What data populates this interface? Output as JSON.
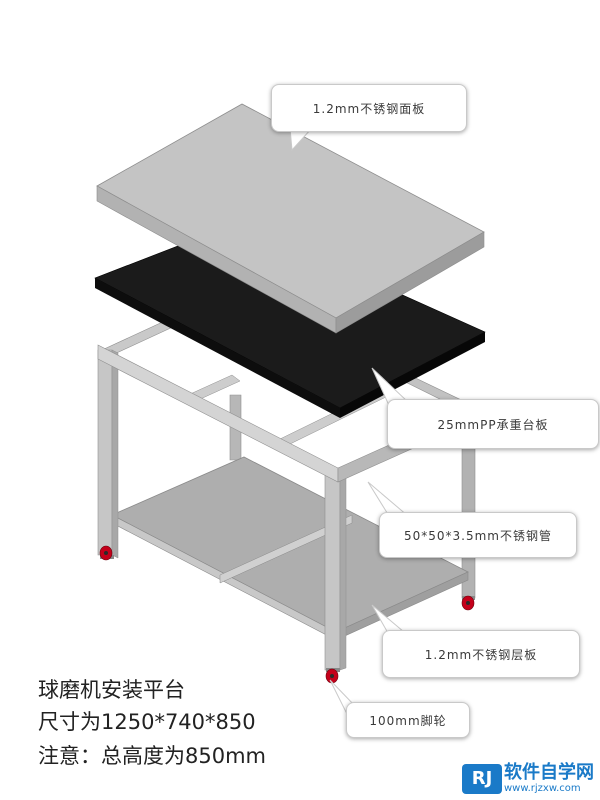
{
  "labels": {
    "top_panel": "1.2mm不锈钢面板",
    "pp_board": "25mmPP承重台板",
    "steel_tube": "50*50*3.5mm不锈钢管",
    "shelf": "1.2mm不锈钢层板",
    "wheel": "100mm脚轮"
  },
  "title": {
    "line1": "球磨机安装平台",
    "line2": "尺寸为1250*740*850",
    "line3": "注意：总高度为850mm"
  },
  "watermark": {
    "logo": "RJ",
    "name": "软件自学网",
    "url": "www.rjzxw.com"
  },
  "colors": {
    "steel": "#c4c4c4",
    "frame": "#bdbdbd",
    "board": "#1b1b1b",
    "wheel": "#c4001a",
    "brand": "#1a7ac8"
  }
}
